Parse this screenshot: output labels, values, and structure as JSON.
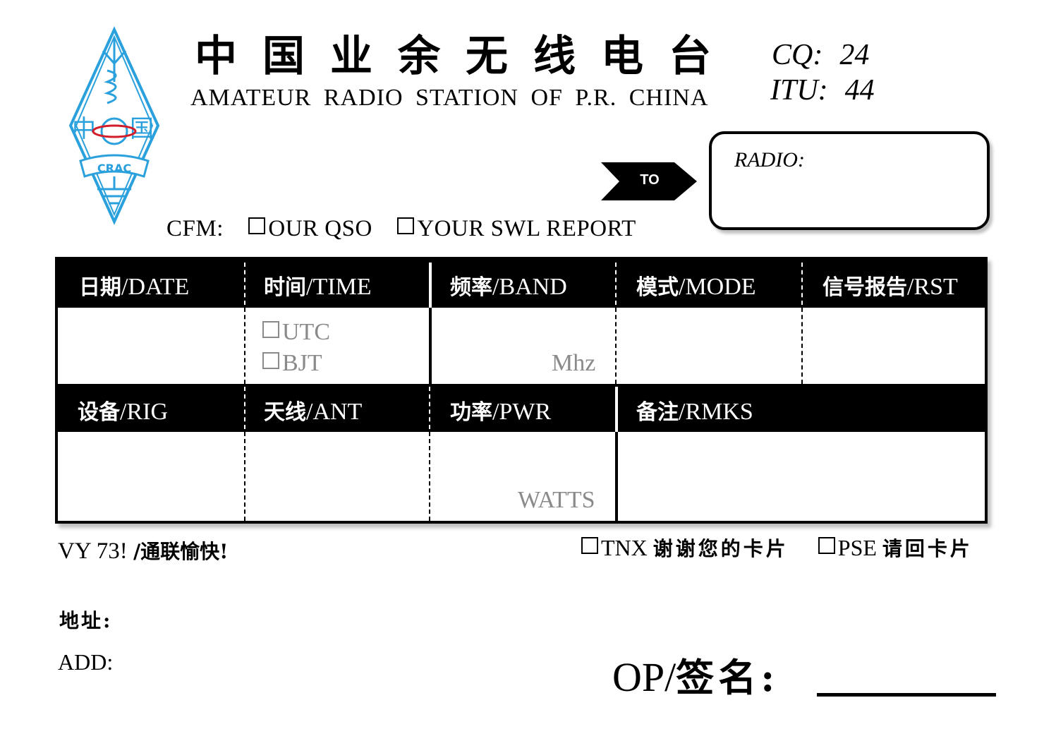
{
  "header": {
    "title_cn": "中国业余无线电台",
    "title_en": "AMATEUR RADIO STATION OF P.R. CHINA",
    "cq_label": "CQ:",
    "cq_value": "24",
    "itu_label": "ITU:",
    "itu_value": "44"
  },
  "logo": {
    "chars_left": "中",
    "chars_right": "国",
    "org": "CRAC",
    "color": "#2aa0dc"
  },
  "to_label": "TO",
  "radio_label": "RADIO:",
  "cfm": {
    "label": "CFM:",
    "option1": "OUR QSO",
    "option2": "YOUR SWL REPORT"
  },
  "table": {
    "row1_headers": [
      "日期/DATE",
      "时间/TIME",
      "频率/BAND",
      "模式/MODE",
      "信号报告/RST"
    ],
    "row1_headers_cn": [
      "日期",
      "时间",
      "频率",
      "模式",
      "信号报告"
    ],
    "row1_headers_en": [
      "/DATE",
      "/TIME",
      "/BAND",
      "/MODE",
      "/RST"
    ],
    "time_option1": "UTC",
    "time_option2": "BJT",
    "band_unit": "Mhz",
    "row2_headers_cn": [
      "设备",
      "天线",
      "功率",
      "备注"
    ],
    "row2_headers_en": [
      "/RIG",
      "/ANT",
      "/PWR",
      "/RMKS"
    ],
    "power_unit": "WATTS"
  },
  "footer": {
    "vy": "VY 73!",
    "vy_cn": "/通联愉快!",
    "tnx": "TNX",
    "tnx_cn": "谢谢您的卡片",
    "pse": "PSE",
    "pse_cn": "请回卡片",
    "address_cn": "地址:",
    "address_en": "ADD:",
    "op_en": "OP/",
    "op_cn": "签名:"
  }
}
